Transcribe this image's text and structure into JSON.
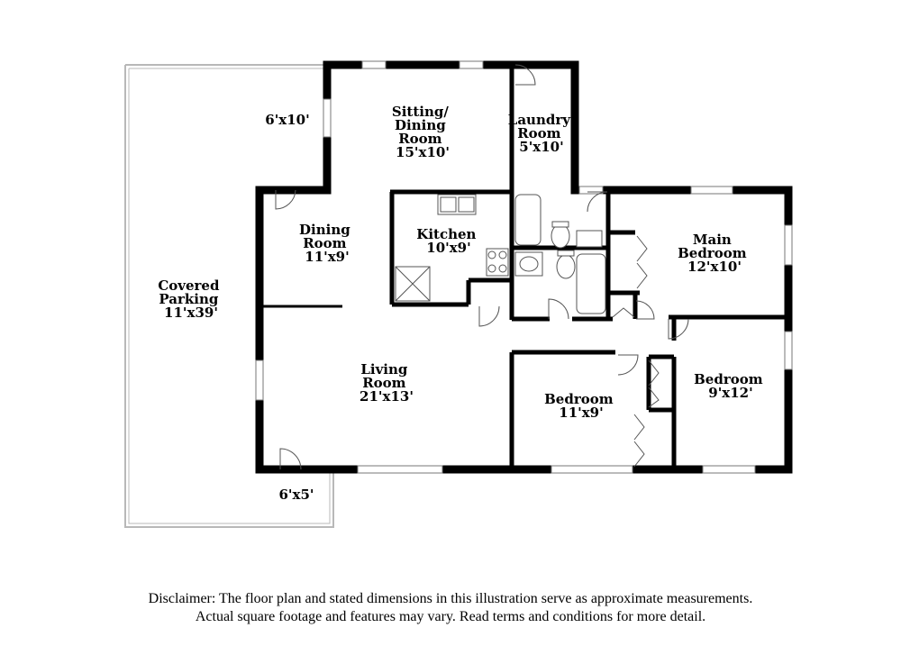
{
  "rooms": [
    {
      "name_lines": [
        "Sitting/",
        "Dining",
        "Room"
      ],
      "dims": "15'x10'"
    },
    {
      "name_lines": [
        "Laundry",
        "Room"
      ],
      "dims": "5'x10'"
    },
    {
      "name_lines": [
        "Dining",
        "Room"
      ],
      "dims": "11'x9'"
    },
    {
      "name_lines": [
        "Kitchen"
      ],
      "dims": "10'x9'"
    },
    {
      "name_lines": [
        "Main",
        "Bedroom"
      ],
      "dims": "12'x10'"
    },
    {
      "name_lines": [
        "Covered",
        "Parking"
      ],
      "dims": "11'x39'"
    },
    {
      "name_lines": [
        "Living",
        "Room"
      ],
      "dims": "21'x13'"
    },
    {
      "name_lines": [
        "Bedroom"
      ],
      "dims": "11'x9'"
    },
    {
      "name_lines": [
        "Bedroom"
      ],
      "dims": "9'x12'"
    }
  ],
  "outdoor_labels": [
    "6'x10'",
    "6'x5'"
  ],
  "disclaimer": {
    "line1": "Disclaimer: The floor plan and stated dimensions in this illustration serve as approximate measurements.",
    "line2": "Actual square footage and features may vary. Read terms and conditions for more detail."
  }
}
